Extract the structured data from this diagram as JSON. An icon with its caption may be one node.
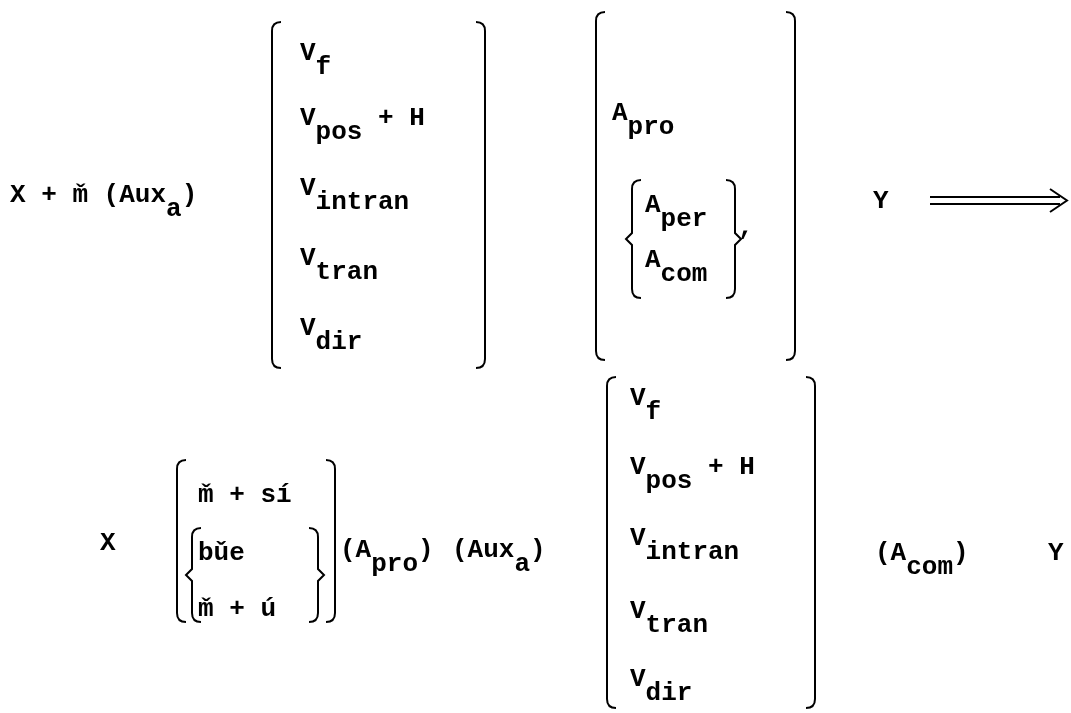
{
  "diagram": {
    "labels": [
      "X + m̌ (Aux$_{a}$)",
      "V$_{f}$",
      "V$_{pos}$ + H",
      "V$_{intran}$",
      "V$_{tran}$",
      "V$_{dir}$",
      "A$_{pro}$",
      "A$_{per}$",
      "A$_{com}$",
      ",",
      "Y",
      "X",
      "m̌ + sí",
      "bǔe",
      "m̌ + ú",
      "(A$_{pro}$)",
      "(Aux$_{a}$)",
      "V$_{f}$",
      "V$_{pos}$ + H",
      "V$_{intran}$",
      "V$_{tran}$",
      "V$_{dir}$",
      "(A$_{com}$)",
      "Y"
    ]
  }
}
